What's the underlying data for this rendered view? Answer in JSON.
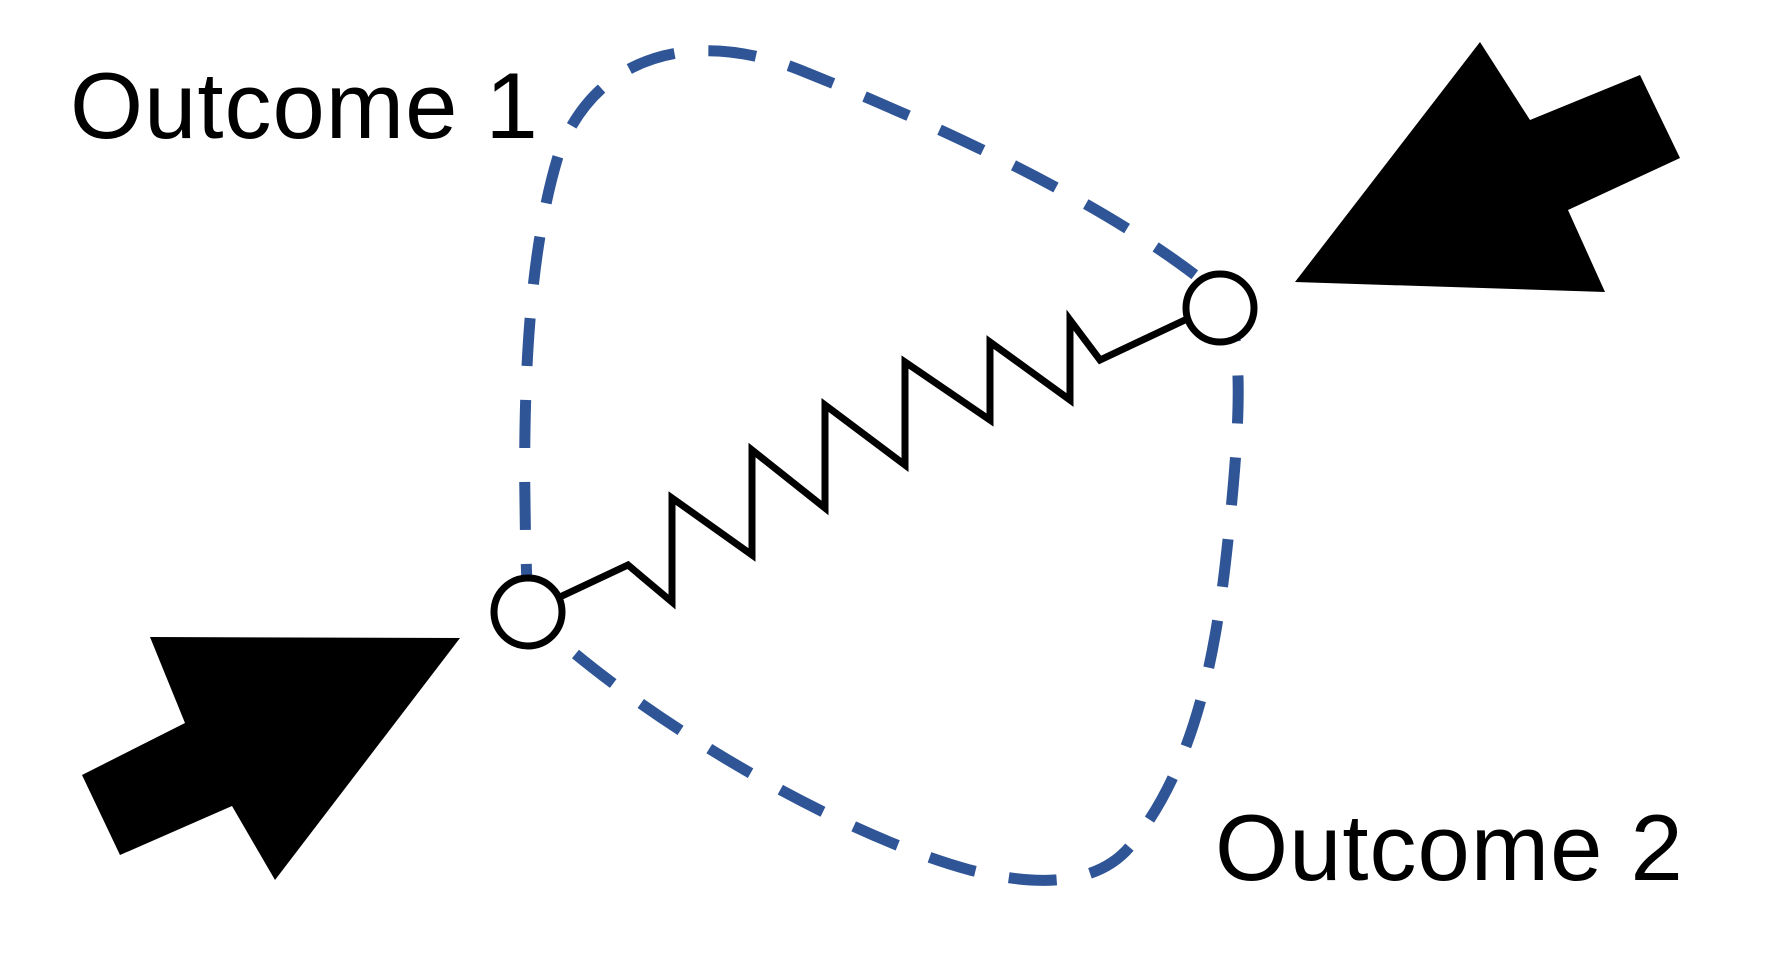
{
  "labels": {
    "outcome_1": "Outcome 1",
    "outcome_2": "Outcome 2"
  },
  "colors": {
    "boundary": "#2F5597",
    "arrow": "#000000",
    "spring": "#000000",
    "node_fill": "#FFFFFF",
    "node_stroke": "#000000",
    "background": "#FFFFFF"
  },
  "elements": {
    "boundary": "dashed-closed-curve",
    "spring": "zigzag-spring",
    "nodes": 2,
    "arrows": 2
  }
}
